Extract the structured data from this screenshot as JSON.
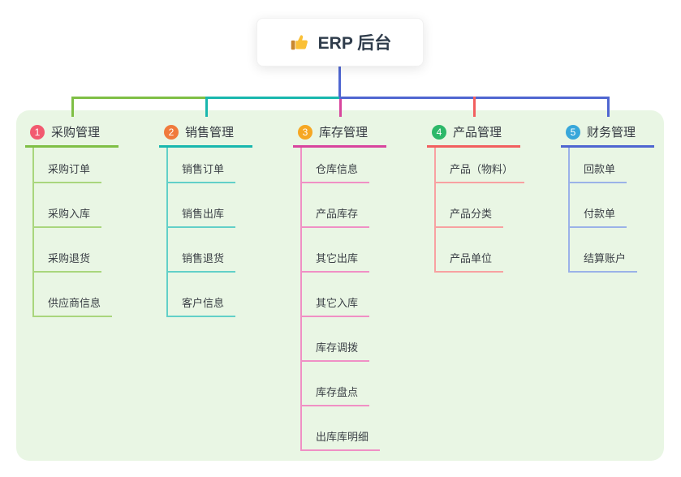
{
  "root": {
    "label": "ERP 后台",
    "icon": "thumbs-up-icon"
  },
  "canvas_bg": "#e9f6e4",
  "stem_color": "#4f66d1",
  "branches": [
    {
      "index": "1",
      "label": "采购管理",
      "badge_color": "#f25a70",
      "line_color": "#7fbf45",
      "light_color": "#a9d67d",
      "children": [
        "采购订单",
        "采购入库",
        "采购退货",
        "供应商信息"
      ]
    },
    {
      "index": "2",
      "label": "销售管理",
      "badge_color": "#f07a3c",
      "line_color": "#19b7ae",
      "light_color": "#62d0c8",
      "children": [
        "销售订单",
        "销售出库",
        "销售退货",
        "客户信息"
      ]
    },
    {
      "index": "3",
      "label": "库存管理",
      "badge_color": "#f6a723",
      "line_color": "#d8459d",
      "light_color": "#f090c5",
      "children": [
        "仓库信息",
        "产品库存",
        "其它出库",
        "其它入库",
        "库存调拨",
        "库存盘点",
        "出库库明细"
      ]
    },
    {
      "index": "4",
      "label": "产品管理",
      "badge_color": "#2db869",
      "line_color": "#f25f5f",
      "light_color": "#f8a1a1",
      "children": [
        "产品（物料）",
        "产品分类",
        "产品单位"
      ]
    },
    {
      "index": "5",
      "label": "财务管理",
      "badge_color": "#38a7da",
      "line_color": "#4f66d1",
      "light_color": "#9bb2e8",
      "children": [
        "回款单",
        "付款单",
        "结算账户"
      ]
    }
  ]
}
